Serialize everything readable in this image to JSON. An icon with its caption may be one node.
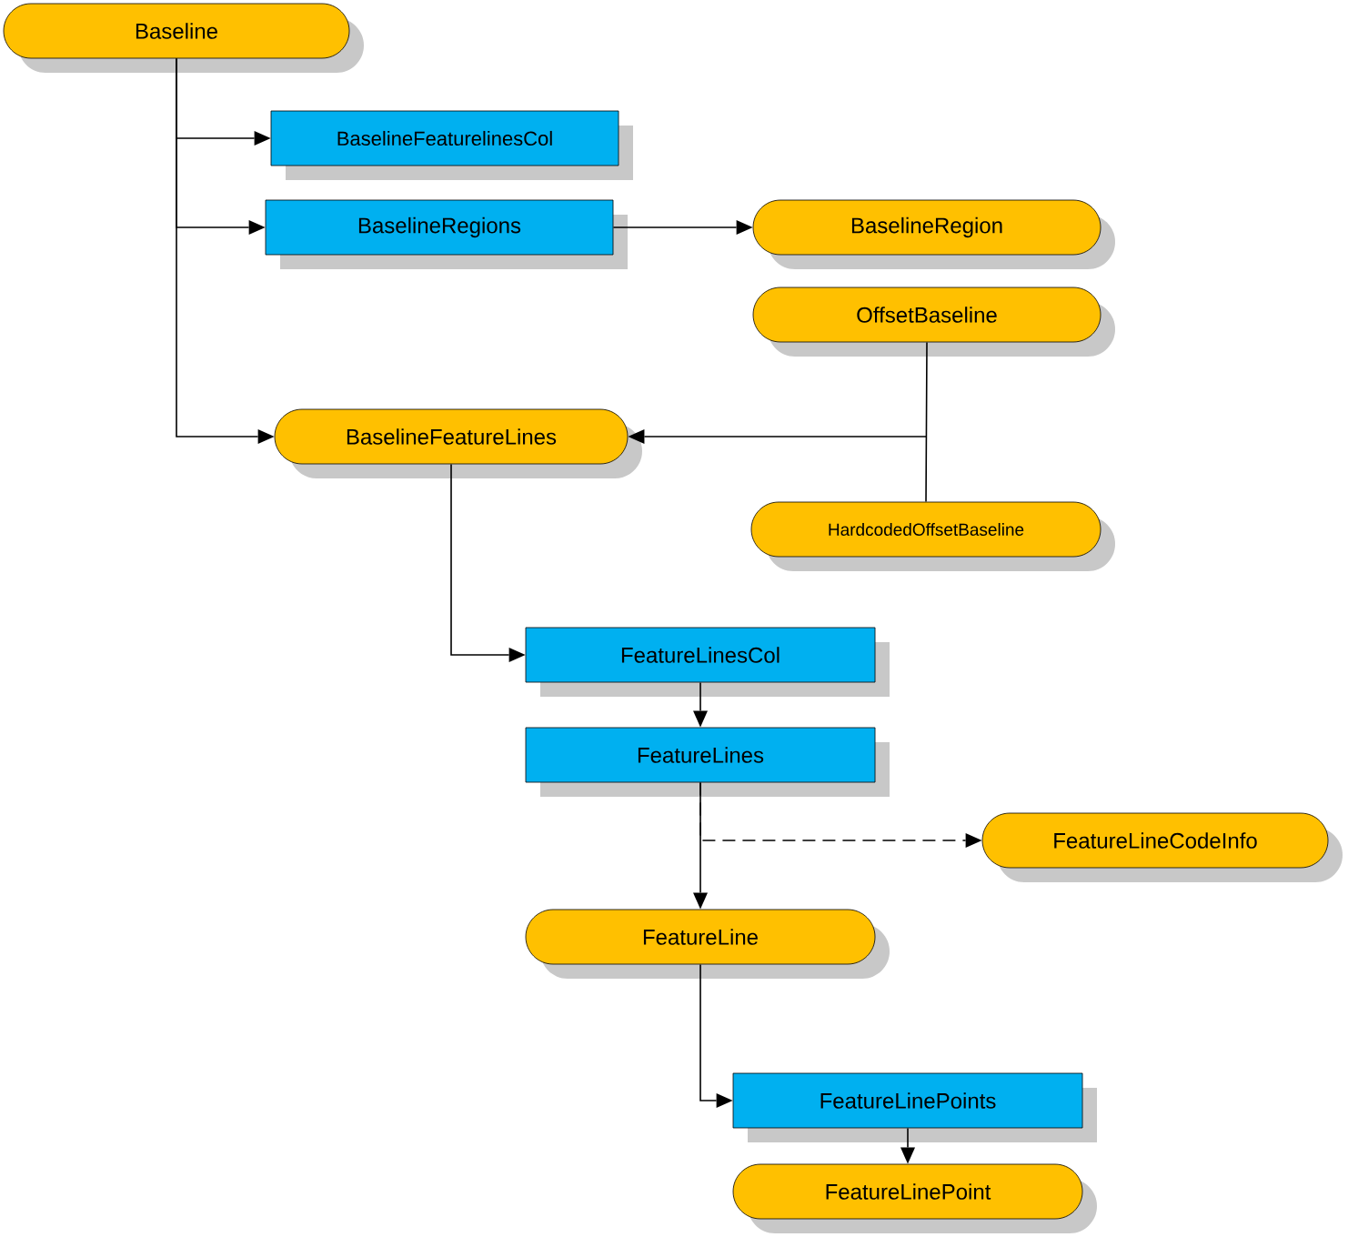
{
  "diagram": {
    "nodes": [
      {
        "text": [
          "Baseline"
        ]
      },
      {
        "text": [
          "BaselineFeaturelinesCol"
        ]
      },
      {
        "text": [
          "BaselineRegions"
        ]
      },
      {
        "text": [
          "BaselineRegion"
        ]
      },
      {
        "text": [
          "OffsetBaseline"
        ]
      },
      {
        "text": [
          "BaselineFeatureLines"
        ]
      },
      {
        "text": [
          "HardcodedOffsetBaseline"
        ]
      },
      {
        "text": [
          "FeatureLinesCol"
        ]
      },
      {
        "text": [
          "FeatureLines"
        ]
      },
      {
        "text": [
          "FeatureLineCodeInfo"
        ]
      },
      {
        "text": [
          "FeatureLine"
        ]
      },
      {
        "text": [
          "FeatureLinePoints"
        ]
      },
      {
        "text": [
          "FeatureLinePoint"
        ]
      }
    ],
    "edges": [
      {
        "from": 0,
        "to": 1,
        "arrow": "to"
      },
      {
        "from": 0,
        "to": 2,
        "arrow": "to"
      },
      {
        "from": 0,
        "to": 5,
        "arrow": "to"
      },
      {
        "from": 2,
        "to": 3,
        "arrow": "to"
      },
      {
        "from": 4,
        "to": 5,
        "arrow": "to"
      },
      {
        "from": 6,
        "to": 5,
        "arrow": "to"
      },
      {
        "from": 5,
        "to": 7,
        "arrow": "to"
      },
      {
        "from": 7,
        "to": 8,
        "arrow": "to"
      },
      {
        "from": 8,
        "to": 9,
        "arrow": "to",
        "style": "dashed"
      },
      {
        "from": 8,
        "to": 10,
        "arrow": "to"
      },
      {
        "from": 10,
        "to": 11,
        "arrow": "to"
      },
      {
        "from": 11,
        "to": 12,
        "arrow": "to"
      }
    ]
  }
}
